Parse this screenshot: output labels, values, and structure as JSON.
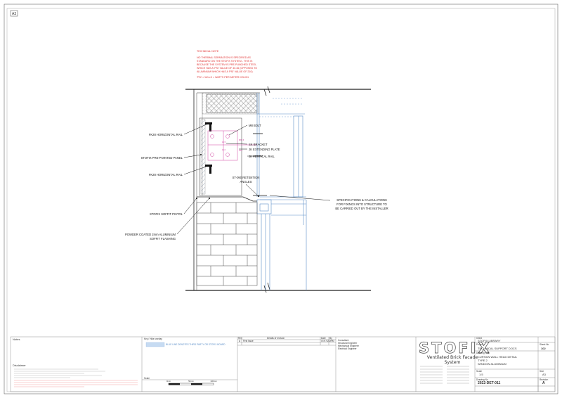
{
  "sheet": {
    "corner_label": "A3"
  },
  "technical_note": {
    "heading": "TECHNICAL NOTE",
    "body": [
      "NO THERMAL SEPARATION IS SPECIFIED AS",
      "STANDARD ON THE STOFIX SYSTEM - THIS IS",
      "BECAUSE THE SYSTEM IS PRE-PUNCHED STEEL",
      "WHICH HAS A 'PSI' VALUE OF 40.46 (OPPOSED TO",
      "ALUMINIUM WHICH HAS A 'PSI' VALUE OF 210)"
    ],
    "footer": "'PSI' = W/m.K = WATTS PER METER KELVIN"
  },
  "callouts": {
    "rail_top": "FK28 HORIZONTAL RAIL",
    "panel": "STOFIX PRE-POINTED PANEL",
    "rail_bottom": "FK28 HORIZONTAL RAIL",
    "soffit_pistol": "STOFIX SOFFIT PISTOL",
    "soffit_flashing": [
      "POWDER COATED 2mm ALUMINIUM",
      "SOFFIT FLASHING"
    ],
    "m8_bolt": "M8 BOLT",
    "sk_bracket": "SK BRACKET",
    "jk_plate": "JK EXTENDING PLATE",
    "vertical_rail": "JK VERTICAL RAIL",
    "retention": [
      "ST-090 RETENTION",
      "ANGLES"
    ],
    "spec_note": [
      "SPECIFICATIONS & CALCULATIONS",
      "FOR FIXINGS INTO STRUCTURE TO",
      "BE CARRIED OUT BY THE INSTALLER"
    ]
  },
  "title_block": {
    "notes_label": "Notes",
    "disclaimer_label": "Disclaimer",
    "key_label": "Key / Hide overlay",
    "key_item": "BLUE LINE DENOTES THIRD PARTY OR STOFIX BOARD",
    "revision_header": [
      "Rev",
      "Details of revision",
      "Date",
      "By"
    ],
    "revision_row": [
      "A",
      "First Issue",
      "07/07/22",
      "JHM"
    ],
    "roles": [
      "Consultant",
      "Structural Engineer",
      "Mechanical Engineer",
      "Electrical Engineer"
    ],
    "scale_label": "Scale",
    "brand_logo": "STOFIX",
    "brand_tagline": "Ventilated Brick Facade System",
    "client_label": "Client",
    "client": "STOFIX LIBRARY",
    "project_label": "Project",
    "project": "TECHNICAL SUPPORT DOCS",
    "drawing_title_label": "Drawing Title",
    "drawing_title": [
      "CURTAIN WALL HEAD DETAIL",
      "TYPE 2",
      "WINDOW ALUMINIUM"
    ],
    "sheet_no_label": "Sheet No",
    "sheet_no": "102",
    "scale_value": "1:5",
    "size_label": "Size",
    "size": "A3",
    "drawing_no_label": "Drawing No",
    "drawing_no": "2022-DET-011",
    "revision_label": "Revision",
    "revision": "A",
    "status": "",
    "scale_bar": [
      "0mm",
      "50mm",
      "100mm"
    ]
  }
}
